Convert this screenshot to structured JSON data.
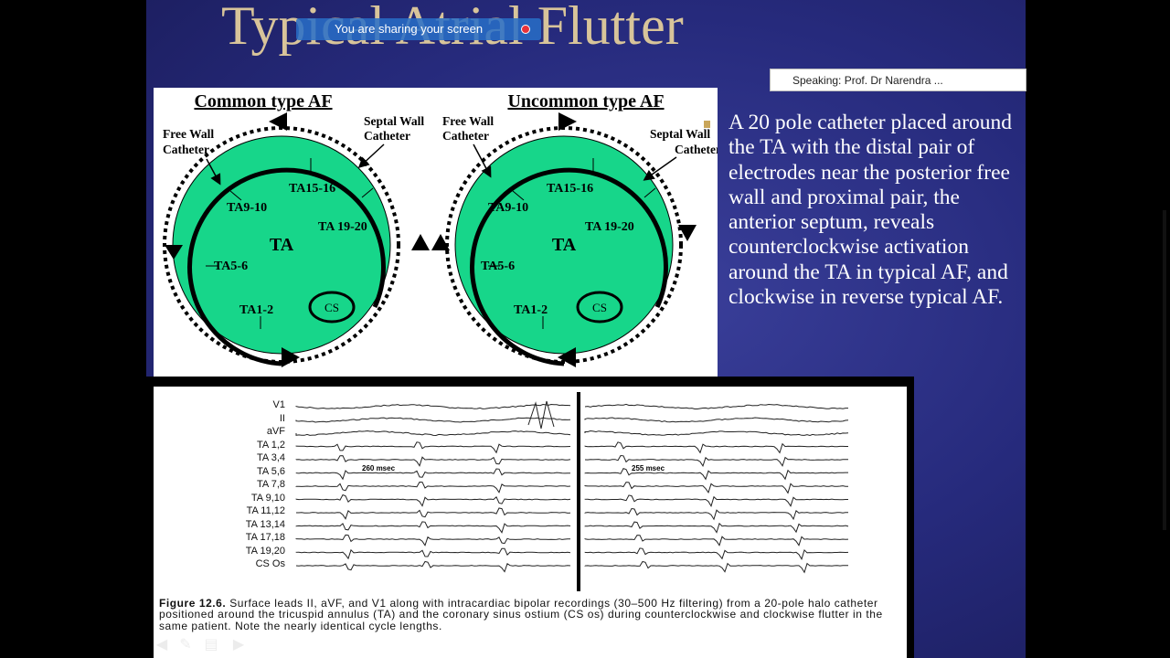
{
  "slide": {
    "title": "Typical Atrial Flutter",
    "screen_share_banner": "You are sharing your screen",
    "speaking_indicator": "Speaking: Prof. Dr Narendra ...",
    "explanation": "A 20 pole catheter placed around the TA with the distal pair of electrodes near the posterior free wall and proximal pair, the  anterior septum, reveals counterclockwise activation around the TA in typical AF, and clockwise in reverse typical AF."
  },
  "diagram": {
    "left": {
      "heading": "Common type AF",
      "free_wall_label_1": "Free Wall",
      "free_wall_label_2": "Catheter",
      "septal_wall_label_1": "Septal Wall",
      "septal_wall_label_2": "Catheter",
      "ta_label": "TA",
      "cs_label": "CS",
      "electrodes": [
        "TA15-16",
        "TA9-10",
        "TA 19-20",
        "TA5-6",
        "TA1-2"
      ]
    },
    "right": {
      "heading": "Uncommon type AF",
      "free_wall_label_1": "Free Wall",
      "free_wall_label_2": "Catheter",
      "septal_wall_label_1": "Septal Wall",
      "septal_wall_label_2": "Catheter",
      "ta_label": "TA",
      "cs_label": "CS",
      "electrodes": [
        "TA15-16",
        "TA9-10",
        "TA 19-20",
        "TA5-6",
        "TA1-2"
      ]
    }
  },
  "figure": {
    "leads": [
      "V1",
      "II",
      "aVF",
      "TA 1,2",
      "TA 3,4",
      "TA 5,6",
      "TA 7,8",
      "TA 9,10",
      "TA 11,12",
      "TA 13,14",
      "TA 17,18",
      "TA 19,20",
      "CS Os"
    ],
    "left_interval": "260 msec",
    "right_interval": "255 msec",
    "caption_label": "Figure 12.6.",
    "caption_text": "Surface leads II, aVF, and V1 along with intracardiac bipolar recordings (30–500 Hz filtering) from a 20-pole halo catheter positioned around the tricuspid annulus (TA) and the coronary sinus ostium (CS os) during counterclockwise and clockwise flutter in the same patient. Note the nearly identical cycle lengths."
  },
  "colors": {
    "slide_bg": "#262a7c",
    "title": "#d8c49a",
    "ta_circle": "#17d68a",
    "share_banner": "#286ec8",
    "record_dot": "#e8323a"
  },
  "icons": [
    "record-dot-icon",
    "previous-slide-icon",
    "pen-icon",
    "menu-icon",
    "next-slide-icon"
  ]
}
